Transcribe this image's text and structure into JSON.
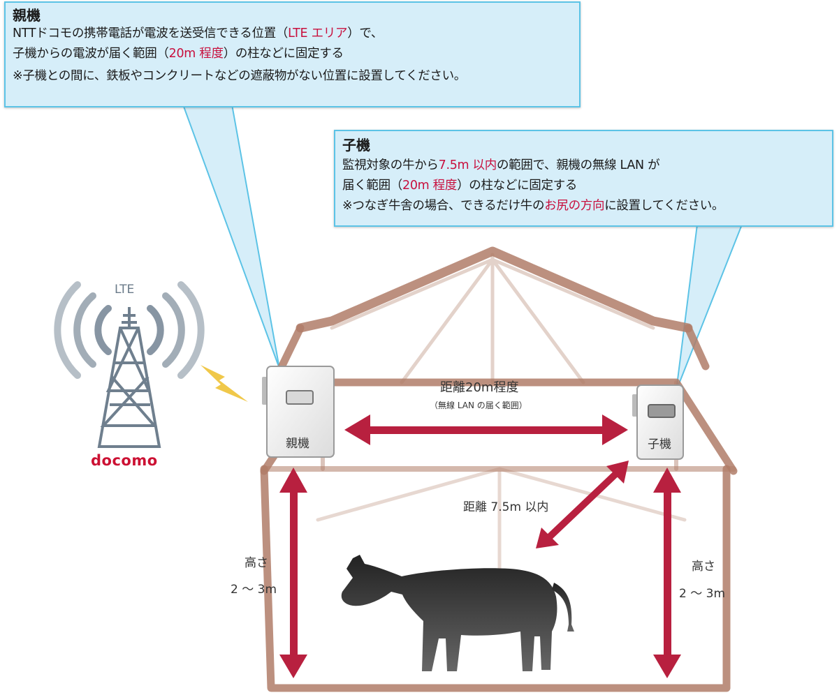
{
  "parent_callout": {
    "title": "親機",
    "line1_pre": "NTTドコモの携帯電話が電波を送受信できる位置（",
    "line1_red": "LTE エリア",
    "line1_post": "）で、",
    "line2_pre": "子機からの電波が届く範囲（",
    "line2_red": "20m 程度",
    "line2_post": "）の柱などに固定する",
    "line3": "※子機との間に、鉄板やコンクリートなどの遮蔽物がない位置に設置してください。"
  },
  "child_callout": {
    "title": "子機",
    "line1_pre": "監視対象の牛から",
    "line1_red": "7.5m 以内",
    "line1_post": "の範囲で、親機の無線 LAN が",
    "line2_pre": "届く範囲（",
    "line2_red": "20m 程度",
    "line2_post": "）の柱などに固定する",
    "line3_pre": "※つなぎ牛舎の場合、できるだけ牛の",
    "line3_red": "お尻の方向",
    "line3_post": "に設置してください。"
  },
  "tower": {
    "label": "LTE",
    "brand": "docomo"
  },
  "devices": {
    "parent_label": "親機",
    "child_label": "子機"
  },
  "distance_main": "距離20m程度",
  "distance_sub": "（無線 LAN の届く範囲）",
  "distance_cow": "距離 7.5m 以内",
  "height_left": {
    "label": "高さ",
    "value": "2 ～ 3m"
  },
  "height_right": {
    "label": "高さ",
    "value": "2 ～ 3m"
  },
  "colors": {
    "accent_red": "#c8103e",
    "callout_bg": "#d6eef9",
    "callout_border": "#5cc3e6",
    "barn": "#b07d68",
    "arrow": "#b8203f"
  }
}
